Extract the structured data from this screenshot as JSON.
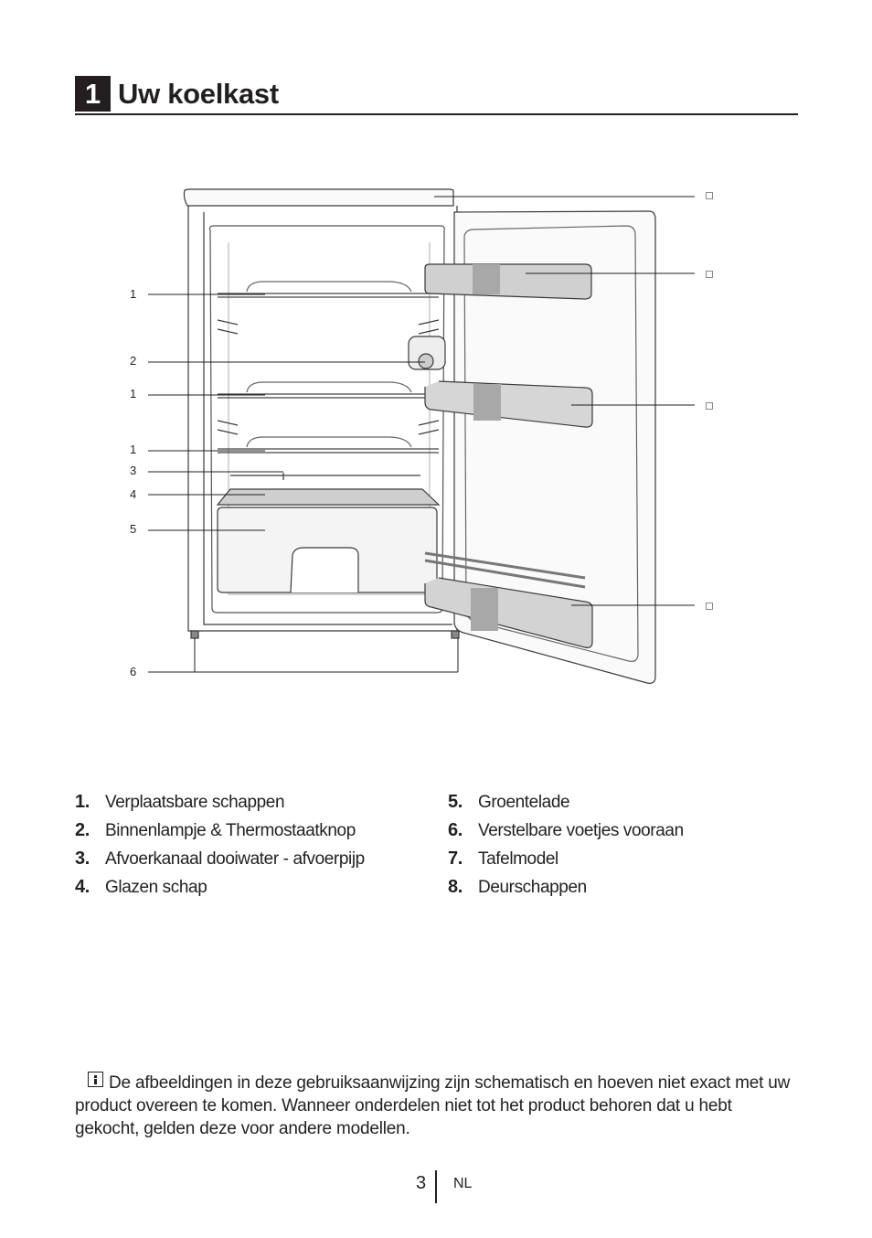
{
  "section": {
    "number": "1",
    "title": "Uw koelkast"
  },
  "diagram": {
    "callouts_left": [
      "1",
      "2",
      "1",
      "1",
      "3",
      "4",
      "5",
      "6"
    ]
  },
  "legend": [
    {
      "n": "1.",
      "text": "Verplaatsbare schappen"
    },
    {
      "n": "2.",
      "text": "Binnenlampje & Thermostaatknop"
    },
    {
      "n": "3.",
      "text": "Afvoerkanaal dooiwater - afvoerpijp"
    },
    {
      "n": "4.",
      "text": "Glazen schap"
    },
    {
      "n": "5.",
      "text": "Groentelade"
    },
    {
      "n": "6.",
      "text": "Verstelbare voetjes vooraan"
    },
    {
      "n": "7.",
      "text": "Tafelmodel"
    },
    {
      "n": "8.",
      "text": "Deurschappen"
    }
  ],
  "note": "De afbeeldingen in deze gebruiksaanwijzing zijn schematisch en hoeven niet exact met uw product overeen te komen. Wanneer onderdelen niet tot het product behoren dat u hebt gekocht, gelden deze voor andere modellen.",
  "footer": {
    "page": "3",
    "lang": "NL"
  }
}
